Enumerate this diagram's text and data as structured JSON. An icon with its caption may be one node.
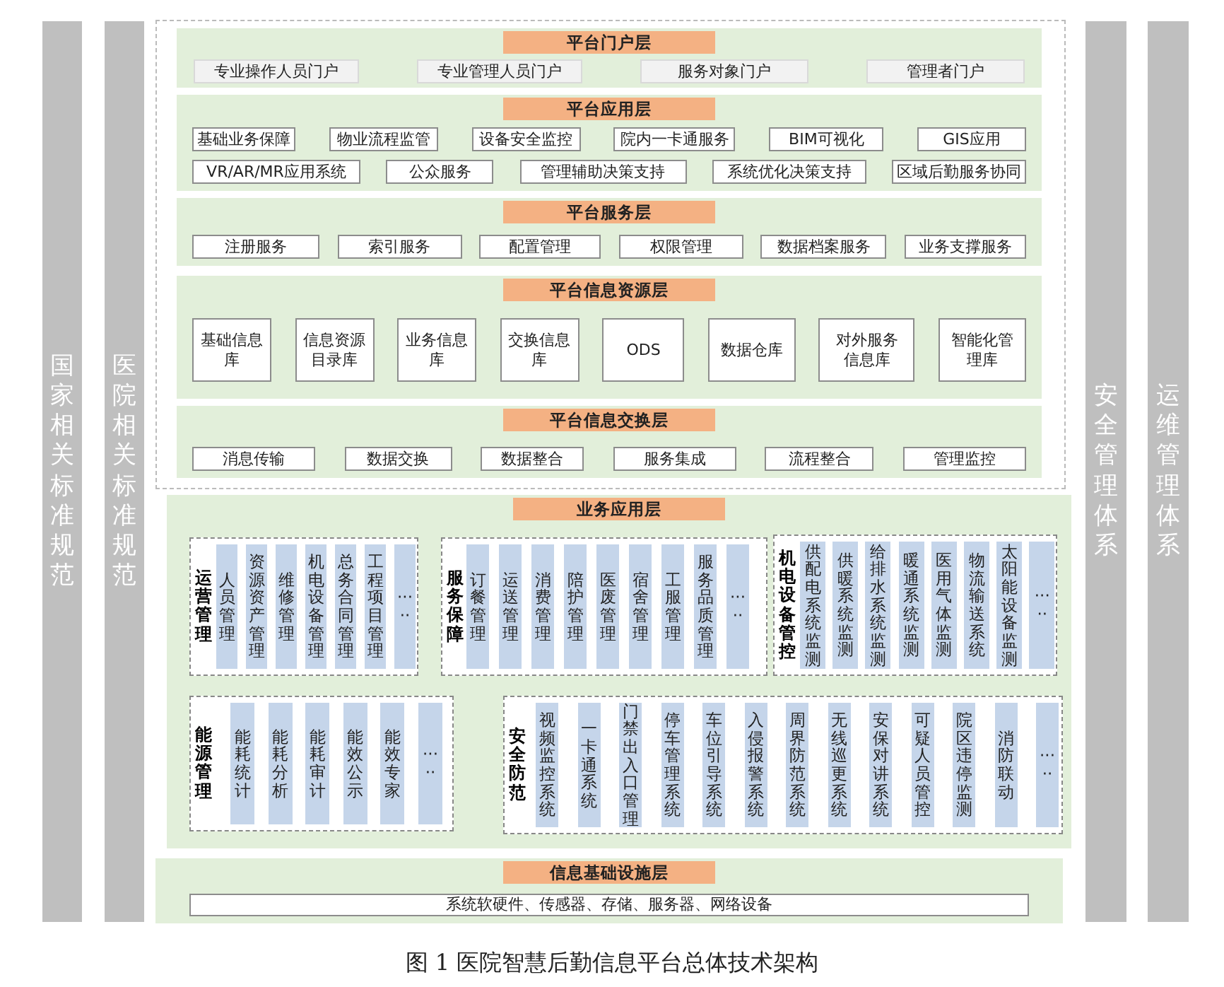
{
  "diagram": {
    "caption": "图 1 医院智慧后勤信息平台总体技术架构",
    "nodes": [
      {
        "text": [
          "国家相关标准规范"
        ]
      },
      {
        "text": [
          "医院相关标准规范"
        ]
      },
      {
        "text": [
          "平台门户层"
        ]
      },
      {
        "text": [
          "专业操作人员门户"
        ],
        "in": 2
      },
      {
        "text": [
          "专业管理人员门户"
        ],
        "in": 2
      },
      {
        "text": [
          "服务对象门户"
        ],
        "in": 2
      },
      {
        "text": [
          "管理者门户"
        ],
        "in": 2
      },
      {
        "text": [
          "平台应用层"
        ]
      },
      {
        "text": [
          "基础业务保障"
        ],
        "in": 7
      },
      {
        "text": [
          "物业流程监管"
        ],
        "in": 7
      },
      {
        "text": [
          "设备安全监控"
        ],
        "in": 7
      },
      {
        "text": [
          "院内一卡通服务"
        ],
        "in": 7
      },
      {
        "text": [
          "BIM可视化"
        ],
        "in": 7
      },
      {
        "text": [
          "GIS应用"
        ],
        "in": 7
      },
      {
        "text": [
          "VR/AR/MR应用系统"
        ],
        "in": 7
      },
      {
        "text": [
          "公众服务"
        ],
        "in": 7
      },
      {
        "text": [
          "管理辅助决策支持"
        ],
        "in": 7
      },
      {
        "text": [
          "系统优化决策支持"
        ],
        "in": 7
      },
      {
        "text": [
          "区域后勤服务协同"
        ],
        "in": 7
      },
      {
        "text": [
          "平台服务层"
        ]
      },
      {
        "text": [
          "注册服务"
        ],
        "in": 19
      },
      {
        "text": [
          "索引服务"
        ],
        "in": 19
      },
      {
        "text": [
          "配置管理"
        ],
        "in": 19
      },
      {
        "text": [
          "权限管理"
        ],
        "in": 19
      },
      {
        "text": [
          "数据档案服务"
        ],
        "in": 19
      },
      {
        "text": [
          "业务支撑服务"
        ],
        "in": 19
      },
      {
        "text": [
          "平台信息资源层"
        ]
      },
      {
        "text": [
          "基础信息库"
        ],
        "in": 26
      },
      {
        "text": [
          "信息资源目录库"
        ],
        "in": 26
      },
      {
        "text": [
          "业务信息库"
        ],
        "in": 26
      },
      {
        "text": [
          "交换信息库"
        ],
        "in": 26
      },
      {
        "text": [
          "ODS"
        ],
        "in": 26
      },
      {
        "text": [
          "数据仓库"
        ],
        "in": 26
      },
      {
        "text": [
          "对外服务信息库"
        ],
        "in": 26
      },
      {
        "text": [
          "智能化管理库"
        ],
        "in": 26
      },
      {
        "text": [
          "平台信息交换层"
        ]
      },
      {
        "text": [
          "消息传输"
        ],
        "in": 35
      },
      {
        "text": [
          "数据交换"
        ],
        "in": 35
      },
      {
        "text": [
          "数据整合"
        ],
        "in": 35
      },
      {
        "text": [
          "服务集成"
        ],
        "in": 35
      },
      {
        "text": [
          "流程整合"
        ],
        "in": 35
      },
      {
        "text": [
          "管理监控"
        ],
        "in": 35
      },
      {
        "text": [
          "业务应用层"
        ]
      },
      {
        "text": [
          "运营管理"
        ],
        "in": 42
      },
      {
        "text": [
          "人员管理"
        ],
        "in": 43
      },
      {
        "text": [
          "资源资产管理"
        ],
        "in": 43
      },
      {
        "text": [
          "维修管理"
        ],
        "in": 43
      },
      {
        "text": [
          "机电设备管理"
        ],
        "in": 43
      },
      {
        "text": [
          "总务合同管理"
        ],
        "in": 43
      },
      {
        "text": [
          "工程项目管理"
        ],
        "in": 43
      },
      {
        "text": [
          "·····"
        ],
        "in": 43
      },
      {
        "text": [
          "服务保障"
        ],
        "in": 42
      },
      {
        "text": [
          "订餐管理"
        ],
        "in": 51
      },
      {
        "text": [
          "运送管理"
        ],
        "in": 51
      },
      {
        "text": [
          "消费管理"
        ],
        "in": 51
      },
      {
        "text": [
          "陪护管理"
        ],
        "in": 51
      },
      {
        "text": [
          "医废管理"
        ],
        "in": 51
      },
      {
        "text": [
          "宿舍管理"
        ],
        "in": 51
      },
      {
        "text": [
          "工服管理"
        ],
        "in": 51
      },
      {
        "text": [
          "服务品质管理"
        ],
        "in": 51
      },
      {
        "text": [
          "·····"
        ],
        "in": 51
      },
      {
        "text": [
          "机电设备管控"
        ],
        "in": 42
      },
      {
        "text": [
          "供配电系统监测"
        ],
        "in": 61
      },
      {
        "text": [
          "供暖系统监测"
        ],
        "in": 61
      },
      {
        "text": [
          "给排水系统监测"
        ],
        "in": 61
      },
      {
        "text": [
          "暖通系统监测"
        ],
        "in": 61
      },
      {
        "text": [
          "医用气体监测"
        ],
        "in": 61
      },
      {
        "text": [
          "物流输送系统"
        ],
        "in": 61
      },
      {
        "text": [
          "太阳能设备监测"
        ],
        "in": 61
      },
      {
        "text": [
          "·····"
        ],
        "in": 61
      },
      {
        "text": [
          "能源管理"
        ],
        "in": 42
      },
      {
        "text": [
          "能耗统计"
        ],
        "in": 70
      },
      {
        "text": [
          "能耗分析"
        ],
        "in": 70
      },
      {
        "text": [
          "能耗审计"
        ],
        "in": 70
      },
      {
        "text": [
          "能效公示"
        ],
        "in": 70
      },
      {
        "text": [
          "能效专家"
        ],
        "in": 70
      },
      {
        "text": [
          "·····"
        ],
        "in": 70
      },
      {
        "text": [
          "安全防范"
        ],
        "in": 42
      },
      {
        "text": [
          "视频监控系统"
        ],
        "in": 77
      },
      {
        "text": [
          "一卡通系统"
        ],
        "in": 77
      },
      {
        "text": [
          "门禁出入口管理"
        ],
        "in": 77
      },
      {
        "text": [
          "停车管理系统"
        ],
        "in": 77
      },
      {
        "text": [
          "车位引导系统"
        ],
        "in": 77
      },
      {
        "text": [
          "入侵报警系统"
        ],
        "in": 77
      },
      {
        "text": [
          "周界防范系统"
        ],
        "in": 77
      },
      {
        "text": [
          "无线巡更系统"
        ],
        "in": 77
      },
      {
        "text": [
          "安保对讲系统"
        ],
        "in": 77
      },
      {
        "text": [
          "可疑人员管控"
        ],
        "in": 77
      },
      {
        "text": [
          "院区违停监测"
        ],
        "in": 77
      },
      {
        "text": [
          "消防联动"
        ],
        "in": 77
      },
      {
        "text": [
          "·····"
        ],
        "in": 77
      },
      {
        "text": [
          "信息基础设施层"
        ]
      },
      {
        "text": [
          "系统软硬件、传感器、存储、服务器、网络设备"
        ],
        "in": 91
      },
      {
        "text": [
          "安全管理体系"
        ]
      },
      {
        "text": [
          "运维管理体系"
        ]
      }
    ]
  }
}
